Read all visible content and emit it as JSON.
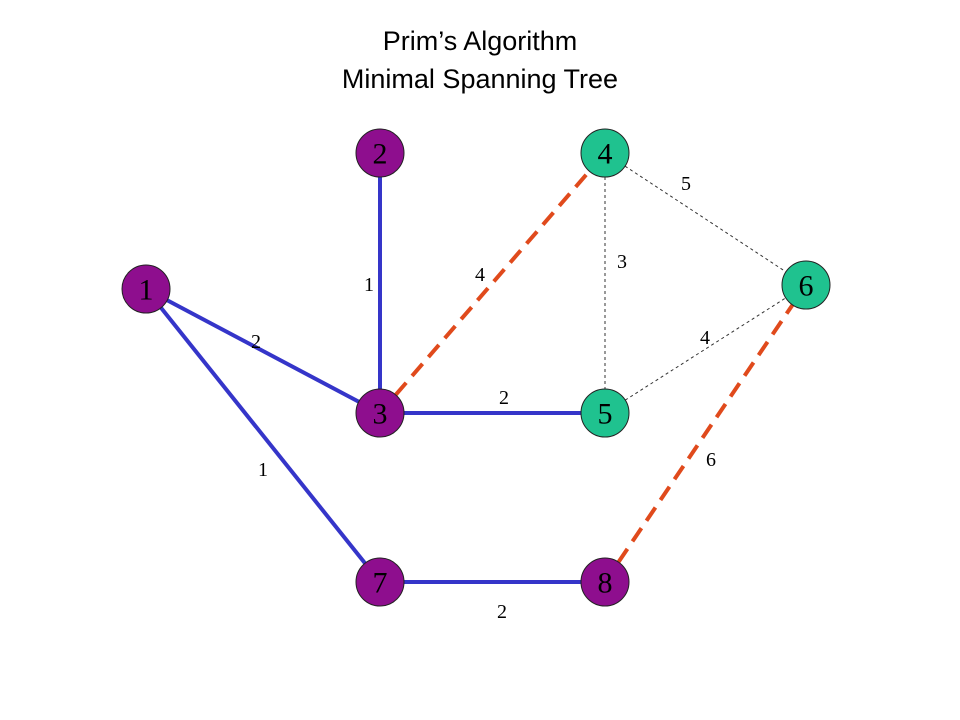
{
  "title": {
    "line1": "Prim’s Algorithm",
    "line2": "Minimal Spanning Tree"
  },
  "colors": {
    "visited_node": "#8e0e8e",
    "frontier_node": "#1fc28f",
    "tree_edge": "#3535c9",
    "candidate_edge": "#e04a1c",
    "other_edge": "#333333",
    "node_stroke": "#222222"
  },
  "nodes": [
    {
      "id": "1",
      "label": "1",
      "state": "visited"
    },
    {
      "id": "2",
      "label": "2",
      "state": "visited"
    },
    {
      "id": "3",
      "label": "3",
      "state": "visited"
    },
    {
      "id": "4",
      "label": "4",
      "state": "frontier"
    },
    {
      "id": "5",
      "label": "5",
      "state": "frontier"
    },
    {
      "id": "6",
      "label": "6",
      "state": "frontier"
    },
    {
      "id": "7",
      "label": "7",
      "state": "visited"
    },
    {
      "id": "8",
      "label": "8",
      "state": "visited"
    }
  ],
  "edges": [
    {
      "from": "2",
      "to": "3",
      "weight": "1",
      "style": "tree"
    },
    {
      "from": "1",
      "to": "3",
      "weight": "2",
      "style": "tree"
    },
    {
      "from": "1",
      "to": "7",
      "weight": "1",
      "style": "tree"
    },
    {
      "from": "3",
      "to": "5",
      "weight": "2",
      "style": "tree"
    },
    {
      "from": "7",
      "to": "8",
      "weight": "2",
      "style": "tree"
    },
    {
      "from": "3",
      "to": "4",
      "weight": "4",
      "style": "candidate"
    },
    {
      "from": "8",
      "to": "6",
      "weight": "6",
      "style": "candidate"
    },
    {
      "from": "4",
      "to": "5",
      "weight": "3",
      "style": "other"
    },
    {
      "from": "4",
      "to": "6",
      "weight": "5",
      "style": "other"
    },
    {
      "from": "5",
      "to": "6",
      "weight": "4",
      "style": "other"
    }
  ]
}
